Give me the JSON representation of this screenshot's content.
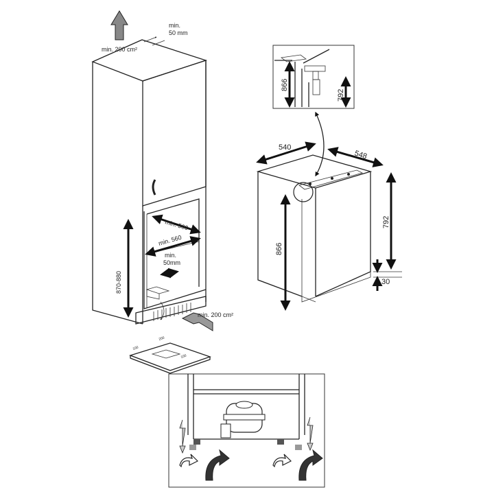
{
  "cabinet": {
    "vent_top_area": "min. 200 cm²",
    "gap_top": "min.",
    "gap_top_value": "50 mm",
    "width_upper": "min. 560",
    "width_lower": "min. 560",
    "gap_side": "min.",
    "gap_side_value": "50mm",
    "niche_height": "870-880",
    "vent_bottom_area": "min. 200 cm²"
  },
  "plinth_detail": {
    "dim_a": "100",
    "dim_b": "200",
    "dim_c": "100"
  },
  "appliance": {
    "width": "540",
    "depth": "548",
    "height_total": "866",
    "height_body": "792",
    "foot_gap": "30"
  },
  "detail_inset": {
    "height_total": "866",
    "height_body": "792"
  }
}
